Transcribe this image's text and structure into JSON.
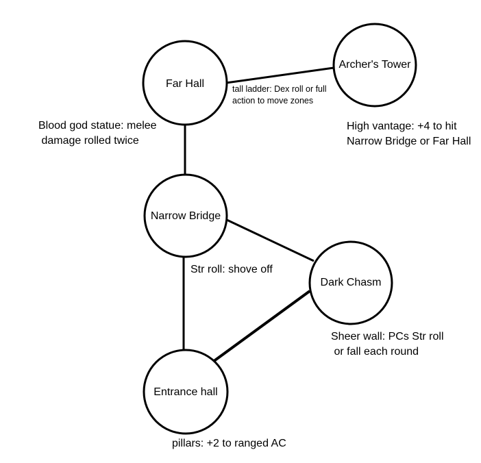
{
  "zones": {
    "far_hall": "Far Hall",
    "archers_tower": "Archer's Tower",
    "narrow_bridge": "Narrow Bridge",
    "dark_chasm": "Dark Chasm",
    "entrance_hall": "Entrance hall"
  },
  "notes": {
    "ladder": [
      "tall ladder: Dex roll or full",
      "action to move zones"
    ],
    "statue": [
      "Blood god statue: melee",
      " damage rolled twice"
    ],
    "vantage": [
      "High vantage: +4 to hit",
      "Narrow Bridge or Far Hall"
    ],
    "shove": "Str roll: shove off",
    "wall": [
      "Sheer wall: PCs Str roll",
      " or fall each round"
    ],
    "pillars": "pillars: +2 to ranged AC"
  },
  "colors": {
    "stroke": "#000000",
    "background": "#ffffff"
  }
}
